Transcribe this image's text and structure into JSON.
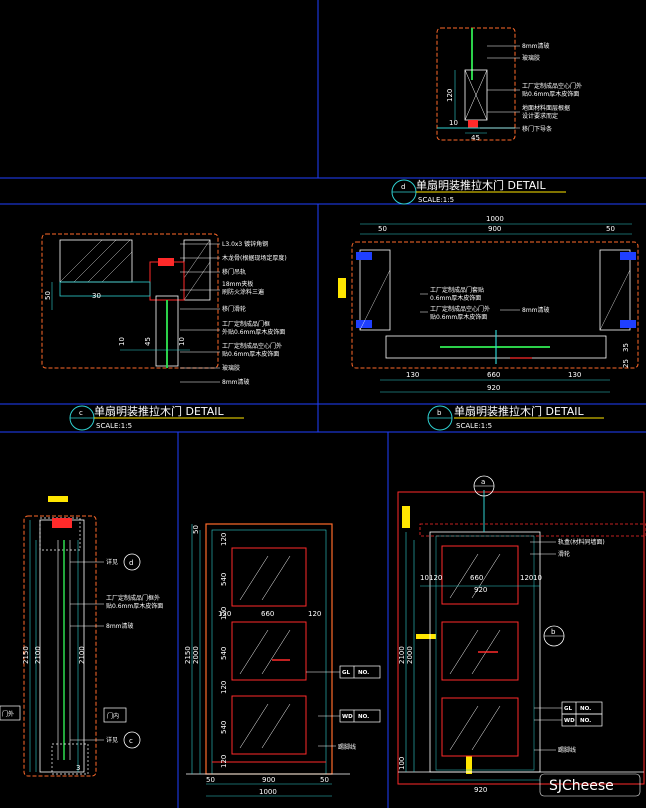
{
  "colors": {
    "background": "#000000",
    "frame_line": "#1f3fff",
    "orange": "#ff6a2a",
    "green": "#2bd14a",
    "cyan": "#2fd0d0",
    "yellow": "#ffe600",
    "red": "#ff2a2a",
    "white": "#ffffff"
  },
  "details": {
    "d": {
      "letter": "d",
      "title": "单扇明装推拉木门   DETAIL",
      "scale": "SCALE:1:5",
      "labels": [
        "8mm清玻",
        "玻璃胶",
        "工厂定制成品空心门外",
        "贴0.6mm厚木皮饰面",
        "地面材料面层根据",
        "设计要求而定",
        "移门下导条"
      ],
      "dims": [
        "120",
        "10",
        "45"
      ]
    },
    "c": {
      "letter": "c",
      "title": "单扇明装推拉木门   DETAIL",
      "scale": "SCALE:1:5",
      "labels": [
        "L3.0x3 镀锌角钢",
        "木龙骨(根据现场定厚度)",
        "移门吊轨",
        "18mm夹板",
        "刷防火涂料三遍",
        "移门滑轮",
        "工厂定制成品门框",
        "外贴0.6mm厚木皮饰面",
        "工厂定制成品空心门外",
        "贴0.6mm厚木皮饰面",
        "玻璃胶",
        "8mm清玻"
      ],
      "dims": [
        "50",
        "30",
        "10",
        "45",
        "10"
      ]
    },
    "b": {
      "letter": "b",
      "title": "单扇明装推拉木门   DETAIL",
      "scale": "SCALE:1:5",
      "labels": [
        "工厂定制成品门套贴",
        "0.6mm厚木皮饰面",
        "工厂定制成品空心门外",
        "贴0.6mm厚木皮饰面",
        "8mm清玻"
      ],
      "dims_top": [
        "1000",
        "50",
        "900",
        "50"
      ],
      "dims_bottom": [
        "130",
        "660",
        "130",
        "920"
      ],
      "dims_side": [
        "35",
        "25"
      ]
    }
  },
  "section": {
    "labels": [
      "详见",
      "工厂定制成品门框外",
      "贴0.6mm厚木皮饰面",
      "8mm清玻",
      "详见"
    ],
    "dims": [
      "2150",
      "2100",
      "2100",
      "3"
    ],
    "room_outside": "门外",
    "room_inside": "门内",
    "callouts": [
      "d",
      "c"
    ]
  },
  "front": {
    "dims_left": [
      "50",
      "2150",
      "2000"
    ],
    "dims_inner": [
      "120",
      "540",
      "120",
      "540",
      "120",
      "540",
      "120"
    ],
    "dims_width": [
      "120",
      "660",
      "120"
    ],
    "dims_bottom": [
      "50",
      "900",
      "50",
      "1000"
    ],
    "tags": [
      {
        "code": "GL",
        "num": "NO."
      },
      {
        "code": "WD",
        "num": "NO."
      }
    ],
    "label": "踢脚线"
  },
  "rear": {
    "labels": [
      "轨盒(材料同墙面)",
      "滑轮",
      "踢脚线"
    ],
    "dims_width": [
      "10",
      "120",
      "660",
      "120",
      "10"
    ],
    "dims_total": [
      "920"
    ],
    "dims_left": [
      "2100",
      "2000",
      "100"
    ],
    "dims_bottom": [
      "920"
    ],
    "tags": [
      {
        "code": "GL",
        "num": "NO."
      },
      {
        "code": "WD",
        "num": "NO."
      }
    ],
    "callouts": [
      "a",
      "b"
    ]
  },
  "watermark": "SJCheese"
}
